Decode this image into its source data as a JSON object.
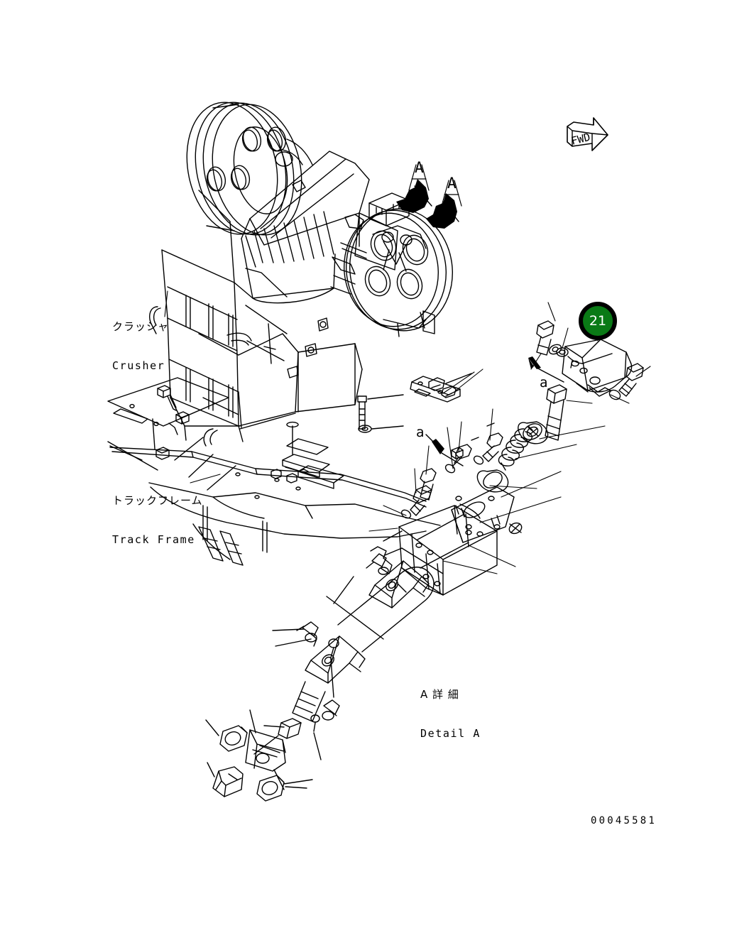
{
  "document": {
    "type": "parts-diagram",
    "drawing_number": "00045581",
    "background_color": "#ffffff",
    "line_color": "#000000"
  },
  "labels": {
    "crusher_jp": "クラッシャ",
    "crusher_en": "Crusher",
    "track_frame_jp": "トラックフレーム",
    "track_frame_en": "Track Frame",
    "detail_a_jp": "A 詳 細",
    "detail_a_en": "Detail A",
    "section_marker_a1": "A",
    "section_marker_a2": "A",
    "detail_marker_a1": "a",
    "detail_marker_a2": "a",
    "fwd": "FWD"
  },
  "callouts": [
    {
      "number": "21",
      "fill_color": "#0a7a16",
      "ring_color": "#000000",
      "text_color": "#ffffff"
    }
  ],
  "views": {
    "main": "Crusher mounted on track frame, isometric assembly",
    "detail": "Detail A - cylinder rod assembly with clamps",
    "exploded": "Mount bracket, spring, bolts, washers exploded view"
  }
}
